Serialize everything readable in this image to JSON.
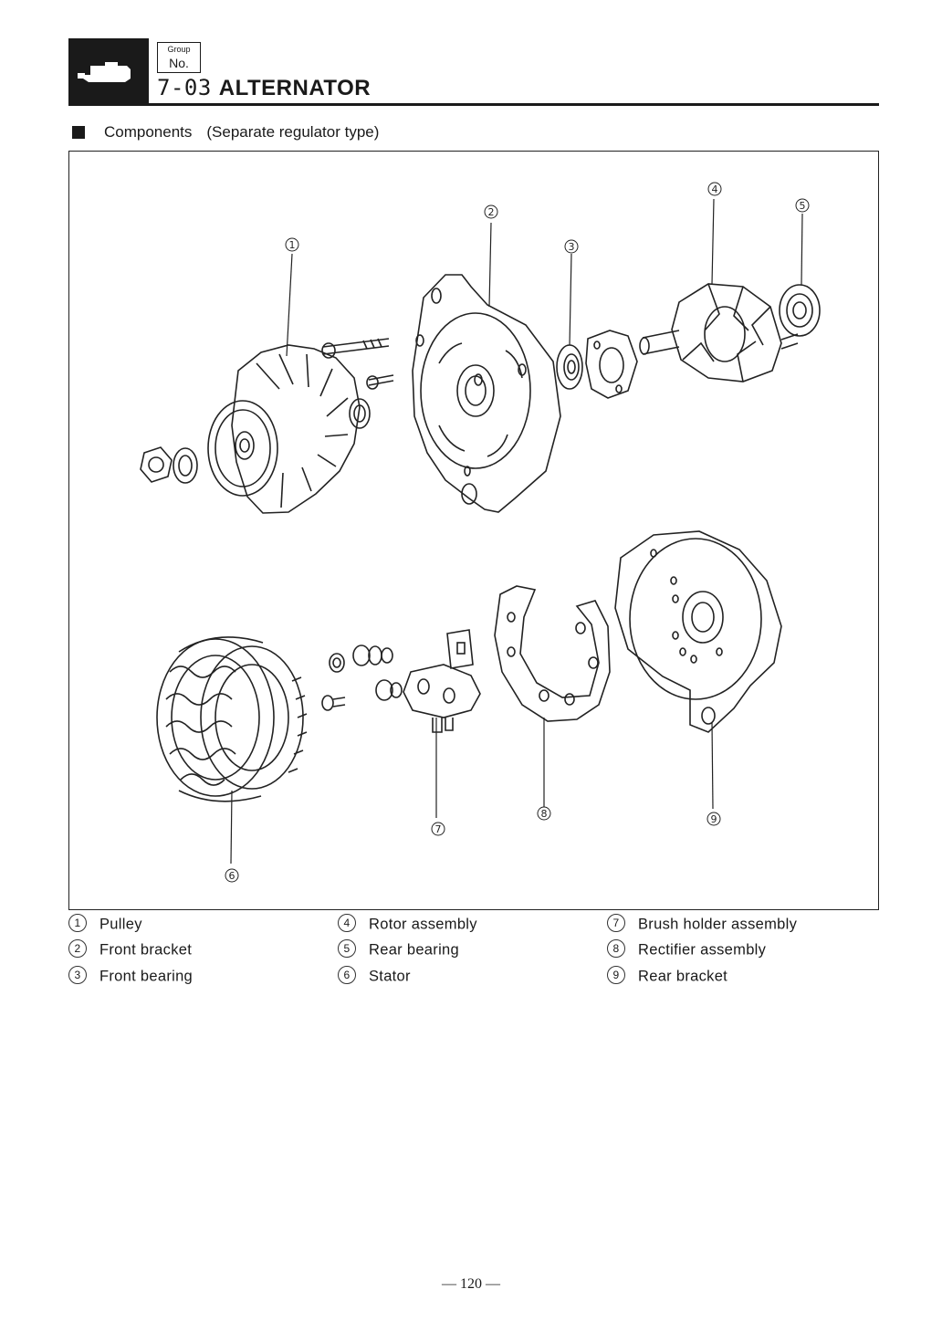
{
  "header": {
    "group_label": "Group",
    "no_label": "No.",
    "section_number": "7-03",
    "section_title": "ALTERNATOR"
  },
  "subheading": {
    "label": "Components",
    "note": "(Separate regulator type)"
  },
  "callouts": [
    "1",
    "2",
    "3",
    "4",
    "5",
    "6",
    "7",
    "8",
    "9"
  ],
  "legend": [
    {
      "num": "1",
      "label": "Pulley"
    },
    {
      "num": "2",
      "label": "Front bracket"
    },
    {
      "num": "3",
      "label": "Front bearing"
    },
    {
      "num": "4",
      "label": "Rotor assembly"
    },
    {
      "num": "5",
      "label": "Rear bearing"
    },
    {
      "num": "6",
      "label": "Stator"
    },
    {
      "num": "7",
      "label": "Brush holder assembly"
    },
    {
      "num": "8",
      "label": "Rectifier assembly"
    },
    {
      "num": "9",
      "label": "Rear bracket"
    }
  ],
  "footer": {
    "page_number": "— 120 —"
  }
}
